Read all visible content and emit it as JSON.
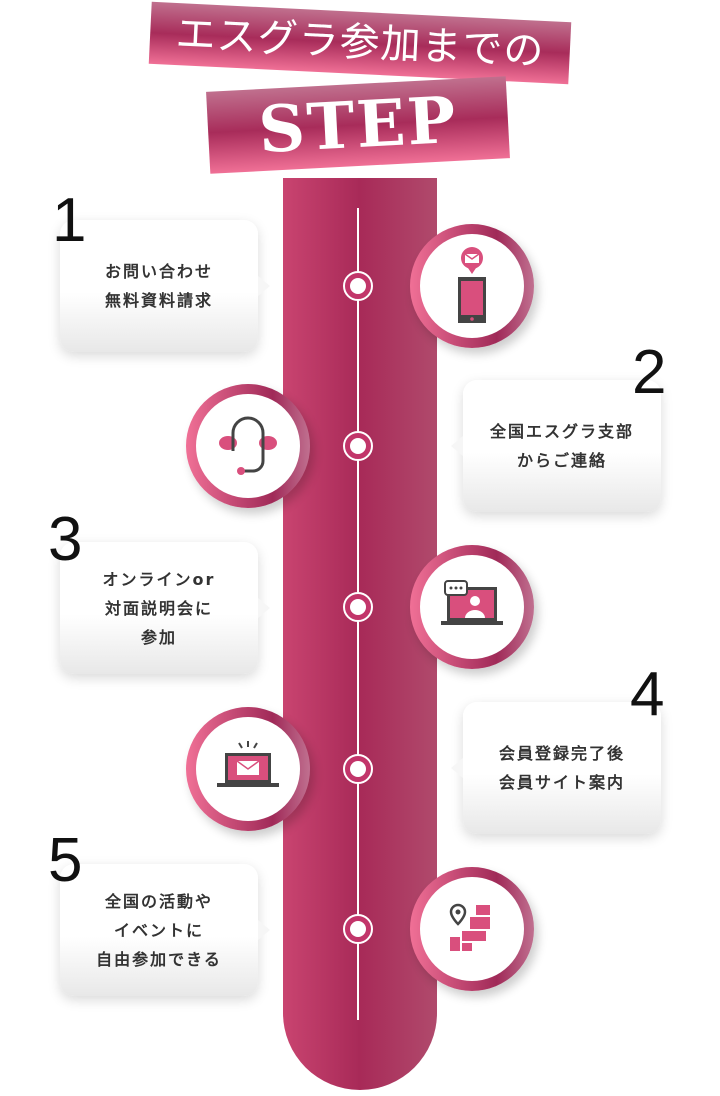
{
  "title": {
    "line1": "エスグラ参加までの",
    "line2": "STEP"
  },
  "colors": {
    "accent": "#d94f7d",
    "pillar": "#a82a58"
  },
  "steps": [
    {
      "number": "1",
      "text": "お問い合わせ\n無料資料請求",
      "icon": "smartphone-mail-icon"
    },
    {
      "number": "2",
      "text": "全国エスグラ支部\nからご連絡",
      "icon": "headset-icon"
    },
    {
      "number": "3",
      "text": "オンラインor\n対面説明会に\n参加",
      "icon": "laptop-video-chat-icon"
    },
    {
      "number": "4",
      "text": "会員登録完了後\n会員サイト案内",
      "icon": "laptop-mail-icon"
    },
    {
      "number": "5",
      "text": "全国の活動や\nイベントに\n自由参加できる",
      "icon": "map-pin-icon"
    }
  ]
}
